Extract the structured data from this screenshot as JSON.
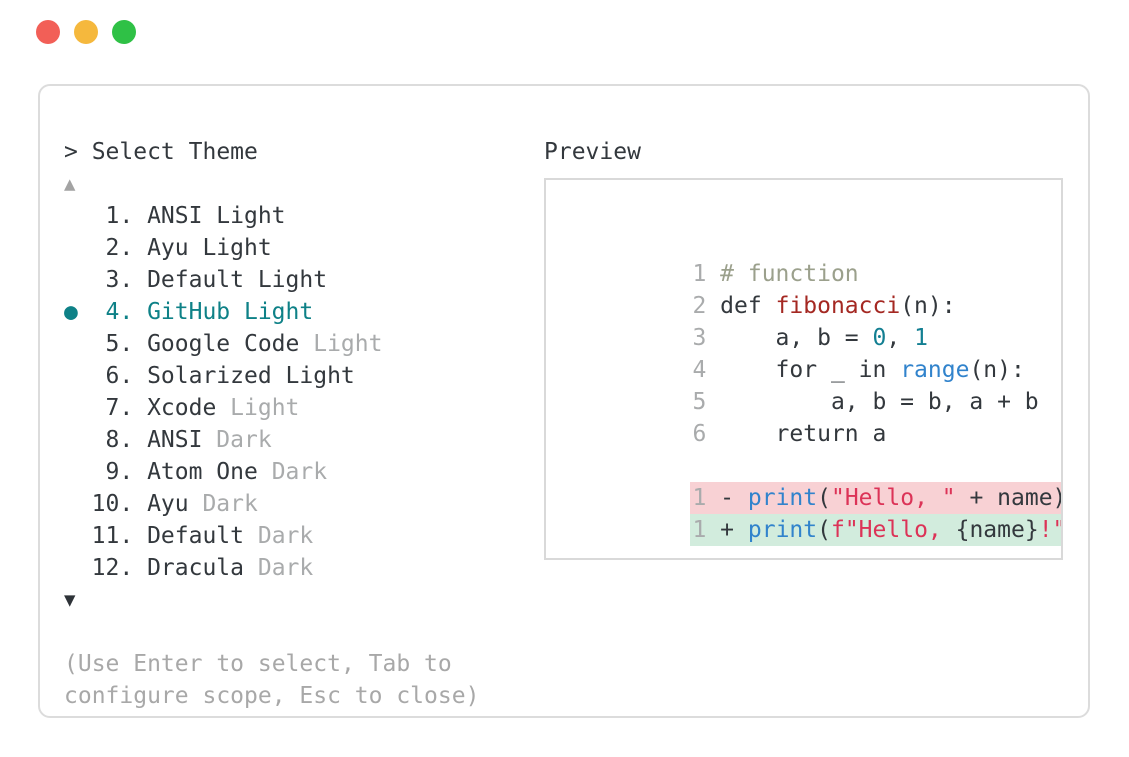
{
  "window_controls": {
    "buttons": [
      {
        "name": "close",
        "color": "#f25f57"
      },
      {
        "name": "minimize",
        "color": "#f5b83d"
      },
      {
        "name": "zoom",
        "color": "#2fc146"
      }
    ]
  },
  "colors": {
    "accent_teal": "#0e8187",
    "muted_gray": "#a9abac",
    "ink": "#33383d",
    "diff_removed_bg": "#f8d1d4",
    "diff_added_bg": "#d2ecdd",
    "window_border": "#dcdcdc"
  },
  "theme_picker": {
    "prompt": "> Select Theme",
    "scroll_up_indicator": "▲",
    "scroll_down_indicator": "▼",
    "help_text": "(Use Enter to select, Tab to configure scope, Esc to close)",
    "items": [
      {
        "number": "1.",
        "name": "ANSI Light",
        "suffix": "",
        "marker": "",
        "row_class": ""
      },
      {
        "number": "2.",
        "name": "Ayu Light",
        "suffix": "",
        "marker": "",
        "row_class": ""
      },
      {
        "number": "3.",
        "name": "Default Light",
        "suffix": "",
        "marker": "",
        "row_class": ""
      },
      {
        "number": "4.",
        "name": "GitHub Light",
        "suffix": "",
        "marker": "●",
        "row_class": "selected"
      },
      {
        "number": "5.",
        "name": "Google Code",
        "suffix": "Light",
        "marker": "",
        "row_class": ""
      },
      {
        "number": "6.",
        "name": "Solarized Light",
        "suffix": "",
        "marker": "",
        "row_class": ""
      },
      {
        "number": "7.",
        "name": "Xcode",
        "suffix": "Light",
        "marker": "",
        "row_class": ""
      },
      {
        "number": "8.",
        "name": "ANSI",
        "suffix": "Dark",
        "marker": "",
        "row_class": ""
      },
      {
        "number": "9.",
        "name": "Atom One",
        "suffix": "Dark",
        "marker": "",
        "row_class": ""
      },
      {
        "number": "10.",
        "name": "Ayu",
        "suffix": "Dark",
        "marker": "",
        "row_class": ""
      },
      {
        "number": "11.",
        "name": "Default",
        "suffix": "Dark",
        "marker": "",
        "row_class": ""
      },
      {
        "number": "12.",
        "name": "Dracula",
        "suffix": "Dark",
        "marker": "",
        "row_class": ""
      }
    ]
  },
  "preview": {
    "title": "Preview",
    "code_lines": [
      {
        "number": "1",
        "bg_class": "",
        "tokens": [
          {
            "type": "comment",
            "text": "# function"
          }
        ]
      },
      {
        "number": "2",
        "bg_class": "",
        "tokens": [
          {
            "type": "plain",
            "text": "def "
          },
          {
            "type": "func-def",
            "text": "fibonacci"
          },
          {
            "type": "plain",
            "text": "(n):"
          }
        ]
      },
      {
        "number": "3",
        "bg_class": "",
        "tokens": [
          {
            "type": "plain",
            "text": "    a, b = "
          },
          {
            "type": "number",
            "text": "0"
          },
          {
            "type": "plain",
            "text": ", "
          },
          {
            "type": "number",
            "text": "1"
          }
        ]
      },
      {
        "number": "4",
        "bg_class": "",
        "tokens": [
          {
            "type": "plain",
            "text": "    for _ in "
          },
          {
            "type": "builtin",
            "text": "range"
          },
          {
            "type": "plain",
            "text": "(n):"
          }
        ]
      },
      {
        "number": "5",
        "bg_class": "",
        "tokens": [
          {
            "type": "plain",
            "text": "        a, b = b, a + b"
          }
        ]
      },
      {
        "number": "6",
        "bg_class": "",
        "tokens": [
          {
            "type": "plain",
            "text": "    return a"
          }
        ]
      },
      {
        "number": "",
        "bg_class": "",
        "tokens": []
      },
      {
        "number": "1",
        "bg_class": "bg-removed",
        "tokens": [
          {
            "type": "plain",
            "text": "- "
          },
          {
            "type": "builtin",
            "text": "print"
          },
          {
            "type": "plain",
            "text": "("
          },
          {
            "type": "string",
            "text": "\"Hello, \""
          },
          {
            "type": "plain",
            "text": " + name)"
          }
        ]
      },
      {
        "number": "1",
        "bg_class": "bg-added",
        "tokens": [
          {
            "type": "plain",
            "text": "+ "
          },
          {
            "type": "builtin",
            "text": "print"
          },
          {
            "type": "plain",
            "text": "("
          },
          {
            "type": "string",
            "text": "f\"Hello, "
          },
          {
            "type": "plain",
            "text": "{name}"
          },
          {
            "type": "string",
            "text": "!\""
          },
          {
            "type": "plain",
            "text": ")"
          }
        ]
      }
    ]
  }
}
